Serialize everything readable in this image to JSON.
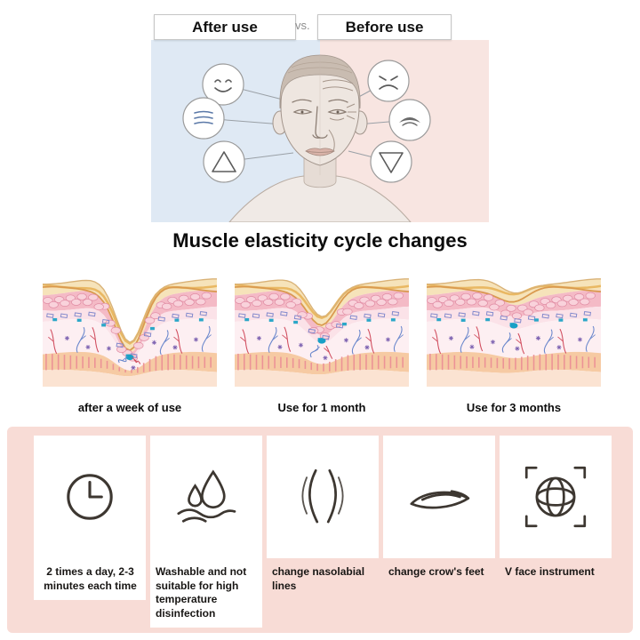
{
  "hero": {
    "after_label": "After use",
    "vs_label": "vs.",
    "before_label": "Before use",
    "left_icons": [
      "happy-face-icon",
      "smooth-lines-icon",
      "triangle-up-icon"
    ],
    "right_icons": [
      "sad-face-icon",
      "wrinkle-fold-icon",
      "triangle-down-icon"
    ]
  },
  "cycle": {
    "title": "Muscle elasticity cycle changes",
    "stages": [
      {
        "caption": "after a week of use",
        "wrinkle_depth": 0.95
      },
      {
        "caption": "Use for 1 month",
        "wrinkle_depth": 0.55
      },
      {
        "caption": "Use for 3 months",
        "wrinkle_depth": 0.18
      }
    ]
  },
  "features": [
    {
      "icon": "clock-icon",
      "text": "2 times a day, 2-3 minutes each time"
    },
    {
      "icon": "water-drops-icon",
      "text": "Washable and not suitable for high temperature disinfection"
    },
    {
      "icon": "nasolabial-lines-icon",
      "text": "change nasolabial lines"
    },
    {
      "icon": "crows-feet-icon",
      "text": "change crow's feet"
    },
    {
      "icon": "v-face-instrument-icon",
      "text": "V face instrument"
    }
  ],
  "colors": {
    "panel_pink": "#f8dcd6",
    "after_bg": "#dfe9f4",
    "before_bg": "#f8e5e1",
    "accent_teal": "#18a0c6"
  }
}
